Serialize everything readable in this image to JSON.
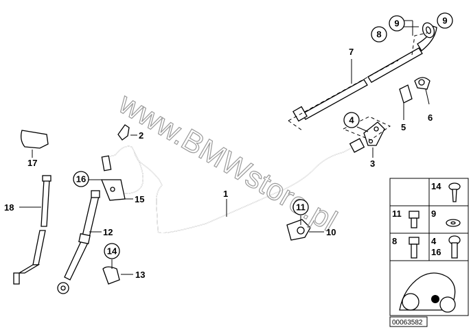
{
  "diagram": {
    "watermark": "www.BMWstore.pl",
    "drawing_code": "00063582",
    "callouts": [
      {
        "id": "c1",
        "text": "1"
      },
      {
        "id": "c2",
        "text": "2"
      },
      {
        "id": "c3",
        "text": "3"
      },
      {
        "id": "c4",
        "text": "4",
        "circled": true
      },
      {
        "id": "c5",
        "text": "5"
      },
      {
        "id": "c6",
        "text": "6"
      },
      {
        "id": "c7",
        "text": "7"
      },
      {
        "id": "c8",
        "text": "8",
        "circled": true
      },
      {
        "id": "c9a",
        "text": "9",
        "circled": true
      },
      {
        "id": "c9b",
        "text": "9",
        "circled": true
      },
      {
        "id": "c10",
        "text": "10"
      },
      {
        "id": "c11",
        "text": "11",
        "circled": true
      },
      {
        "id": "c12",
        "text": "12"
      },
      {
        "id": "c13",
        "text": "13"
      },
      {
        "id": "c14",
        "text": "14",
        "circled": true
      },
      {
        "id": "c15",
        "text": "15"
      },
      {
        "id": "c16",
        "text": "16",
        "circled": true
      },
      {
        "id": "c17",
        "text": "17"
      },
      {
        "id": "c18",
        "text": "18"
      }
    ],
    "legend": {
      "cells": [
        {
          "id": "l14",
          "text": "14"
        },
        {
          "id": "l11",
          "text": "11"
        },
        {
          "id": "l9",
          "text": "9"
        },
        {
          "id": "l8",
          "text": "8"
        },
        {
          "id": "l4",
          "text": "4"
        },
        {
          "id": "l16",
          "text": "16"
        }
      ]
    }
  }
}
